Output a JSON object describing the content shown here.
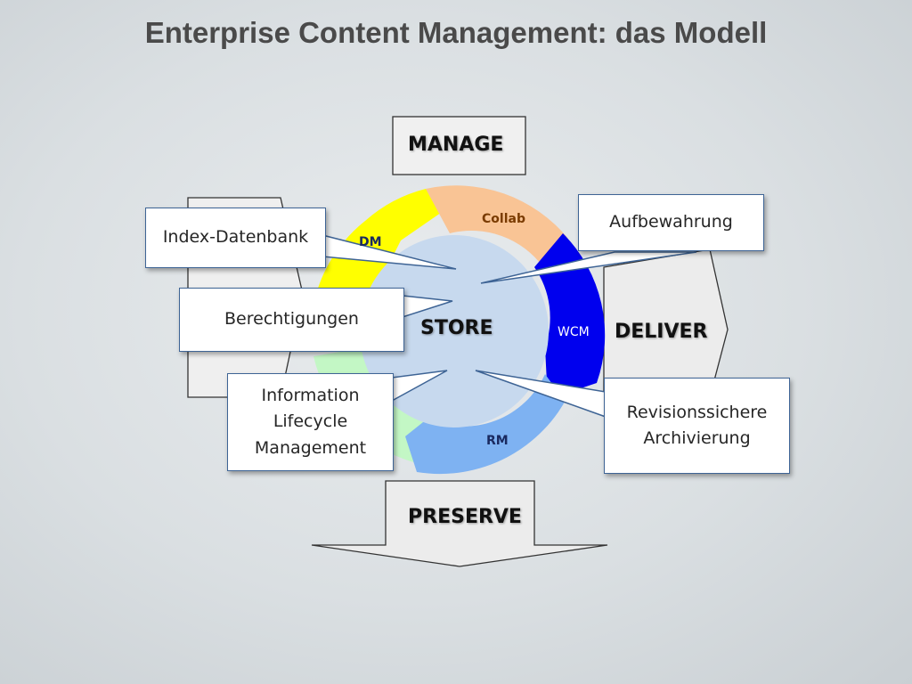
{
  "title": "Enterprise Content Management: das Modell",
  "stages": {
    "manage": "MANAGE",
    "store": "STORE",
    "deliver": "DELIVER",
    "preserve": "PRESERVE"
  },
  "segments": {
    "collab": "Collab",
    "dm": "DM",
    "wcm": "WCM",
    "rm": "RM"
  },
  "callouts": {
    "index": "Index-Datenbank",
    "aufbewahrung": "Aufbewahrung",
    "berechtigungen": "Berechtigungen",
    "ilm_line1": "Information",
    "ilm_line2": "Lifecycle",
    "ilm_line3": "Management",
    "revision_line1": "Revisionssichere",
    "revision_line2": "Archivierung"
  },
  "colors": {
    "collab": "#f9c495",
    "dm": "#ffff00",
    "wcm": "#0000ee",
    "rm": "#7eb2f2",
    "capture": "#c3f7c5",
    "store": "#c7d9ee",
    "callout_border": "#3e6495"
  }
}
